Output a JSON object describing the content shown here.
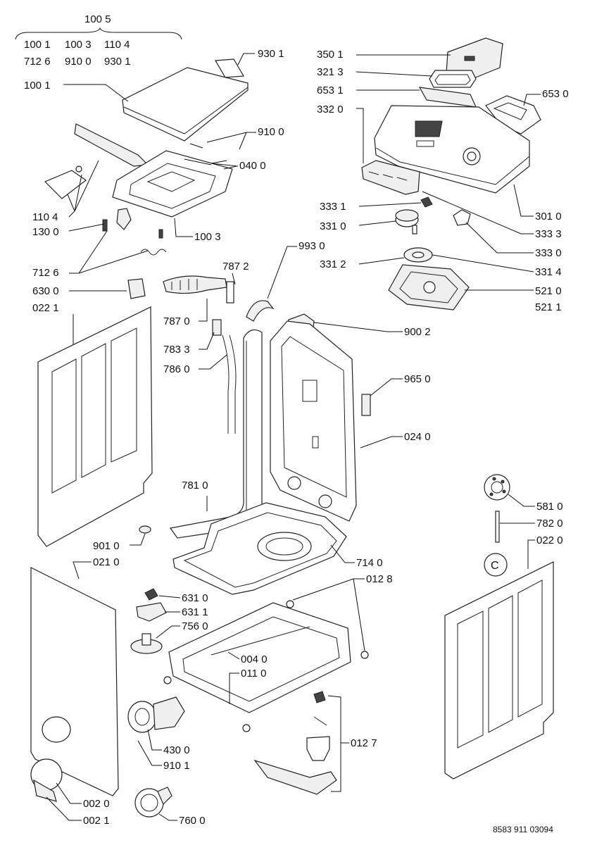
{
  "labels": {
    "l1005": "100 5",
    "l1001a": "100 1",
    "l1003a": "100 3",
    "l1104a": "110 4",
    "l7126a": "712 6",
    "l9100a": "910 0",
    "l9301a": "930 1",
    "l9301": "930 1",
    "l1001": "100 1",
    "l9100": "910 0",
    "l0400": "040 0",
    "l1104": "110 4",
    "l1300": "130 0",
    "l1003": "100 3",
    "l7126": "712 6",
    "l6300": "630 0",
    "l0221": "022 1",
    "l7872": "787 2",
    "l7870": "787 0",
    "l7833": "783 3",
    "l7860": "786 0",
    "l9930": "993 0",
    "l3501": "350 1",
    "l3213": "321 3",
    "l6531": "653 1",
    "l3320": "332 0",
    "l6530": "653 0",
    "l3010": "301 0",
    "l3331": "333 1",
    "l3310": "331 0",
    "l3333": "333 3",
    "l3330": "333 0",
    "l3312": "331 2",
    "l3314": "331 4",
    "l5210": "521 0",
    "l5211": "521 1",
    "l9002": "900 2",
    "l9650": "965 0",
    "l0240": "024 0",
    "l7810": "781 0",
    "l5810": "581 0",
    "l7820": "782 0",
    "l0220": "022 0",
    "l9010": "901 0",
    "l0210": "021 0",
    "l7140": "714 0",
    "l0128": "012 8",
    "l6310": "631 0",
    "l6311": "631 1",
    "l7560": "756 0",
    "l0040": "004 0",
    "l0110": "011 0",
    "l4300": "430 0",
    "l9101": "910 1",
    "l0127": "012 7",
    "l0020": "002 0",
    "l0021": "002 1",
    "l7600": "760 0",
    "ref": "8583 911 03094",
    "c": "C"
  }
}
